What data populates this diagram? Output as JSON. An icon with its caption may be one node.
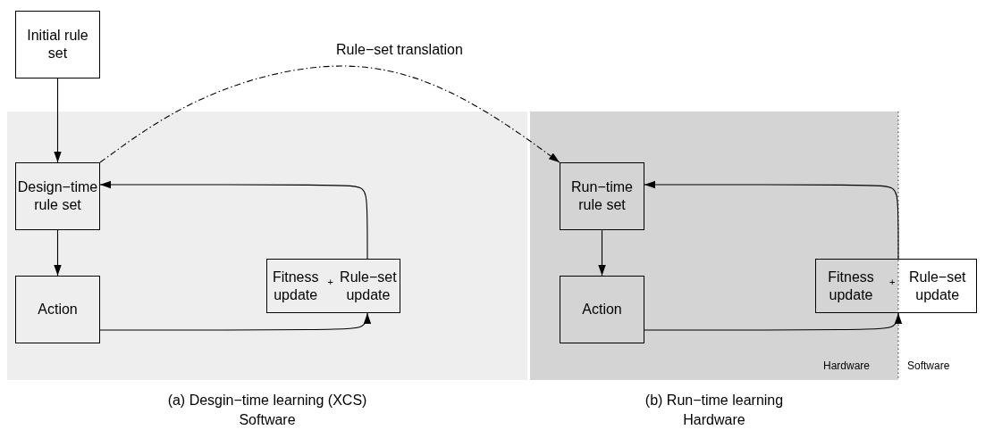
{
  "diagram": {
    "nodes": [
      {
        "text": [
          "Initial rule set"
        ]
      },
      {
        "text": [
          "(a) Desgin−time learning (XCS)",
          "Software"
        ]
      },
      {
        "text": [
          "Design−time rule set"
        ],
        "in": 1
      },
      {
        "text": [
          "Action"
        ],
        "in": 1
      },
      {
        "text": [
          "Fitness update",
          "+",
          "Rule−set update"
        ],
        "in": 1
      },
      {
        "text": [
          "(b) Run−time learning",
          "Hardware"
        ]
      },
      {
        "text": [
          "Run−time rule set"
        ],
        "in": 5
      },
      {
        "text": [
          "Action"
        ],
        "in": 5
      },
      {
        "text": [
          "Fitness update",
          "+",
          "Rule−set update"
        ]
      }
    ],
    "edges": [
      {
        "from": 0,
        "to": 2,
        "arrow": "to"
      },
      {
        "from": 2,
        "to": 3,
        "arrow": "to"
      },
      {
        "from": 3,
        "to": 4,
        "arrow": "to"
      },
      {
        "from": 4,
        "to": 2,
        "arrow": "to"
      },
      {
        "from": 2,
        "to": 6,
        "arrow": "to",
        "label": "Rule−set translation",
        "style": "dashed"
      },
      {
        "from": 6,
        "to": 7,
        "arrow": "to"
      },
      {
        "from": 7,
        "to": 8,
        "arrow": "to"
      },
      {
        "from": 8,
        "to": 6,
        "arrow": "to"
      }
    ],
    "labels": [
      "Hardware",
      "Software"
    ]
  }
}
